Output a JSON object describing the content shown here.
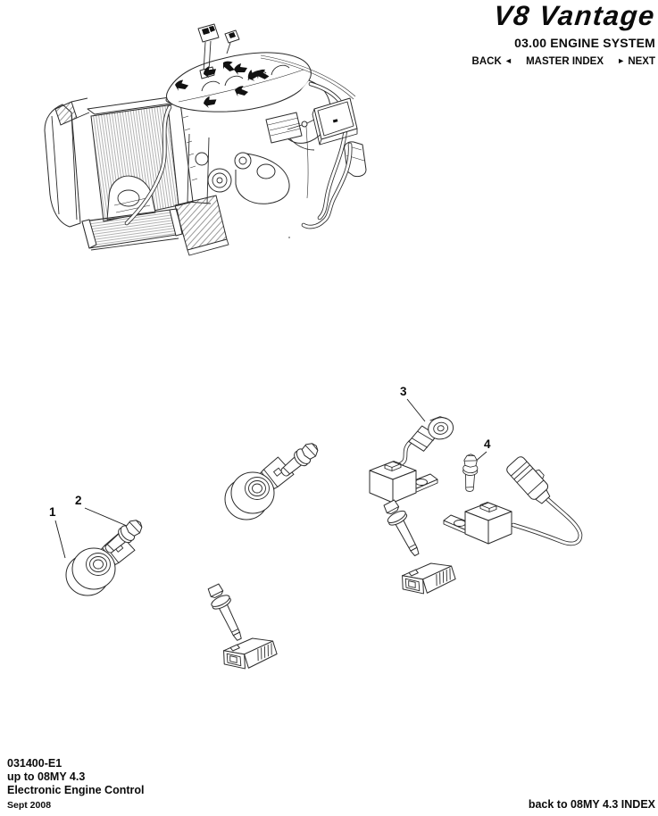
{
  "header": {
    "brand": "V8 Vantage",
    "section": "03.00 ENGINE SYSTEM",
    "nav": {
      "back_label": "BACK",
      "back_arrow": "◄",
      "index_label": "MASTER INDEX",
      "next_arrow": "►",
      "next_label": "NEXT"
    }
  },
  "figure": {
    "callouts": [
      "1",
      "2",
      "3",
      "4"
    ]
  },
  "footer": {
    "doc_code": "031400-E1",
    "applicability": "up to 08MY 4.3",
    "doc_title": "Electronic Engine Control",
    "issue_date": "Sept 2008",
    "index_link": "back to 08MY 4.3 INDEX"
  },
  "colors": {
    "ink": "#111111",
    "paper": "#ffffff"
  }
}
